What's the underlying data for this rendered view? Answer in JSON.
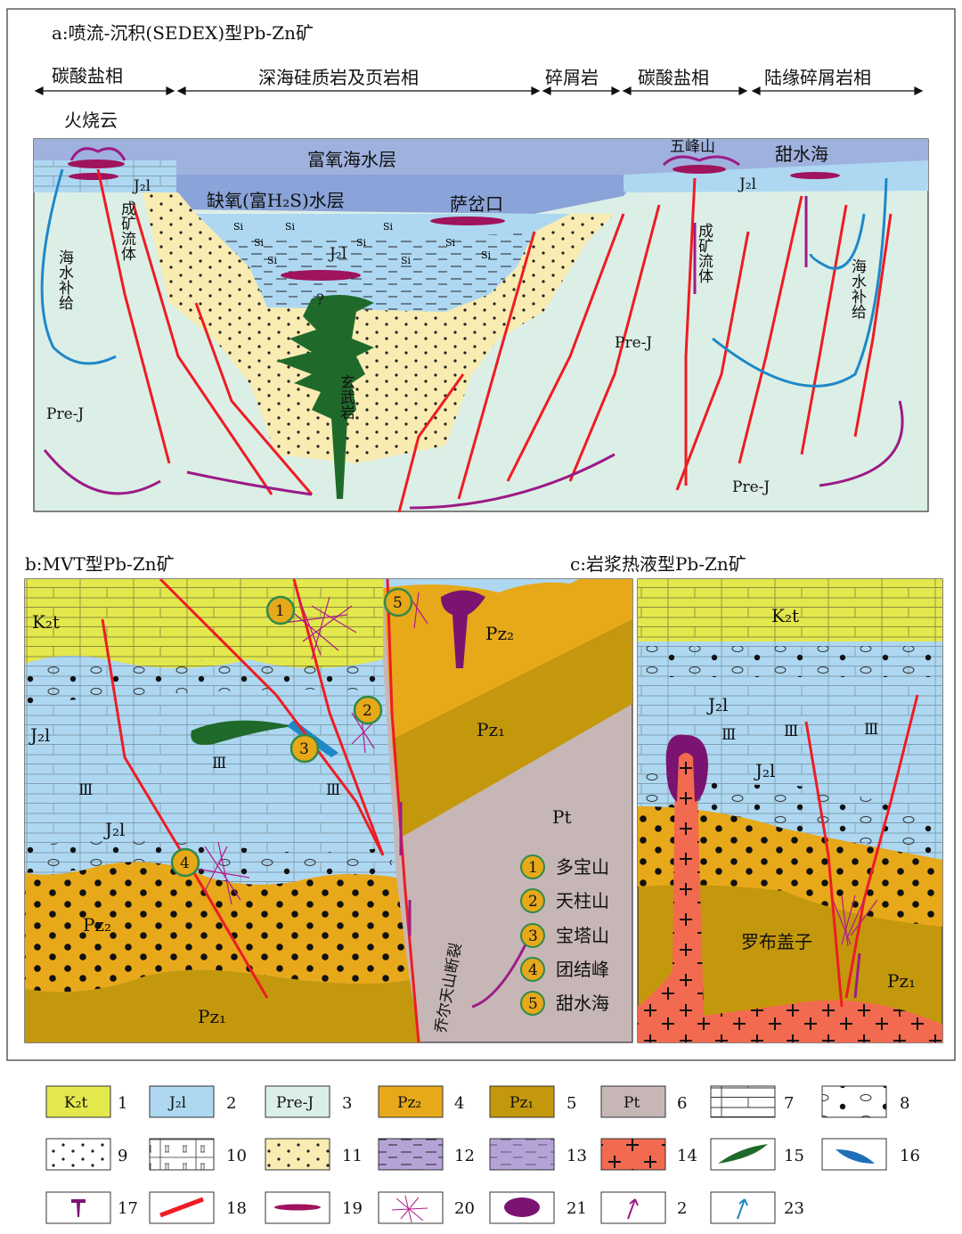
{
  "panel_a": {
    "title": "a:喷流-沉积(SEDEX)型Pb-Zn矿",
    "facies": [
      "碳酸盐相",
      "深海硅质岩及页岩相",
      "碎屑岩",
      "碳酸盐相",
      "陆缘碎屑岩相"
    ],
    "labels": {
      "fire_cloud": "火烧云",
      "oxygen_layer": "富氧海水层",
      "anoxic_layer": "缺氧(富H₂S)水层",
      "sapenkou": "萨岔口",
      "wufengshan": "五峰山",
      "tianshuihai": "甜水海",
      "j2l": "J₂l",
      "basalt": "玄武岩",
      "ore_fluid": "成矿流体",
      "seawater_recharge": "海水补给",
      "prej": "Pre-J",
      "si": "Si",
      "question": "?"
    }
  },
  "panel_b": {
    "title": "b:MVT型Pb-Zn矿",
    "units": {
      "k2t": "K₂t",
      "j2l": "J₂l",
      "pz2": "Pz₂",
      "pz1": "Pz₁",
      "pt": "Pt",
      "iii": "Ⅲ"
    },
    "fault": "乔尔天山断裂",
    "deposits": [
      {
        "num": "1",
        "name": "多宝山"
      },
      {
        "num": "2",
        "name": "天柱山"
      },
      {
        "num": "3",
        "name": "宝塔山"
      },
      {
        "num": "4",
        "name": "团结峰"
      },
      {
        "num": "5",
        "name": "甜水海"
      }
    ]
  },
  "panel_c": {
    "title": "c:岩浆热液型Pb-Zn矿",
    "units": {
      "k2t": "K₂t",
      "j2l": "J₂l",
      "pz1": "Pz₁",
      "iii": "Ⅲ"
    },
    "luobugaizi": "罗布盖子"
  },
  "legend": {
    "boxes": [
      {
        "text": "K₂t",
        "num": "1"
      },
      {
        "text": "J₂l",
        "num": "2"
      },
      {
        "text": "Pre-J",
        "num": "3"
      },
      {
        "text": "Pz₂",
        "num": "4"
      },
      {
        "text": "Pz₁",
        "num": "5"
      },
      {
        "text": "Pt",
        "num": "6"
      }
    ],
    "nums": [
      "7",
      "8",
      "9",
      "10",
      "11",
      "12",
      "13",
      "14",
      "15",
      "16",
      "17",
      "18",
      "19",
      "20",
      "21",
      "2",
      "23"
    ]
  },
  "colors": {
    "k2t": "#e3e84c",
    "j2l": "#aed8f2",
    "prej": "#dcefe6",
    "pz2": "#e7a81a",
    "pz1": "#c4980c",
    "pt": "#c7b6b6",
    "sand": "#f8ecb2",
    "granite": "#f26a4f",
    "green": "#1f6a2a",
    "fault": "#ee1c24",
    "ore": "#a0135d",
    "magenta": "#9c1b87",
    "blue": "#1e88c8",
    "sea": "#8e9fd2",
    "anoxic": "#8aa3d8"
  }
}
